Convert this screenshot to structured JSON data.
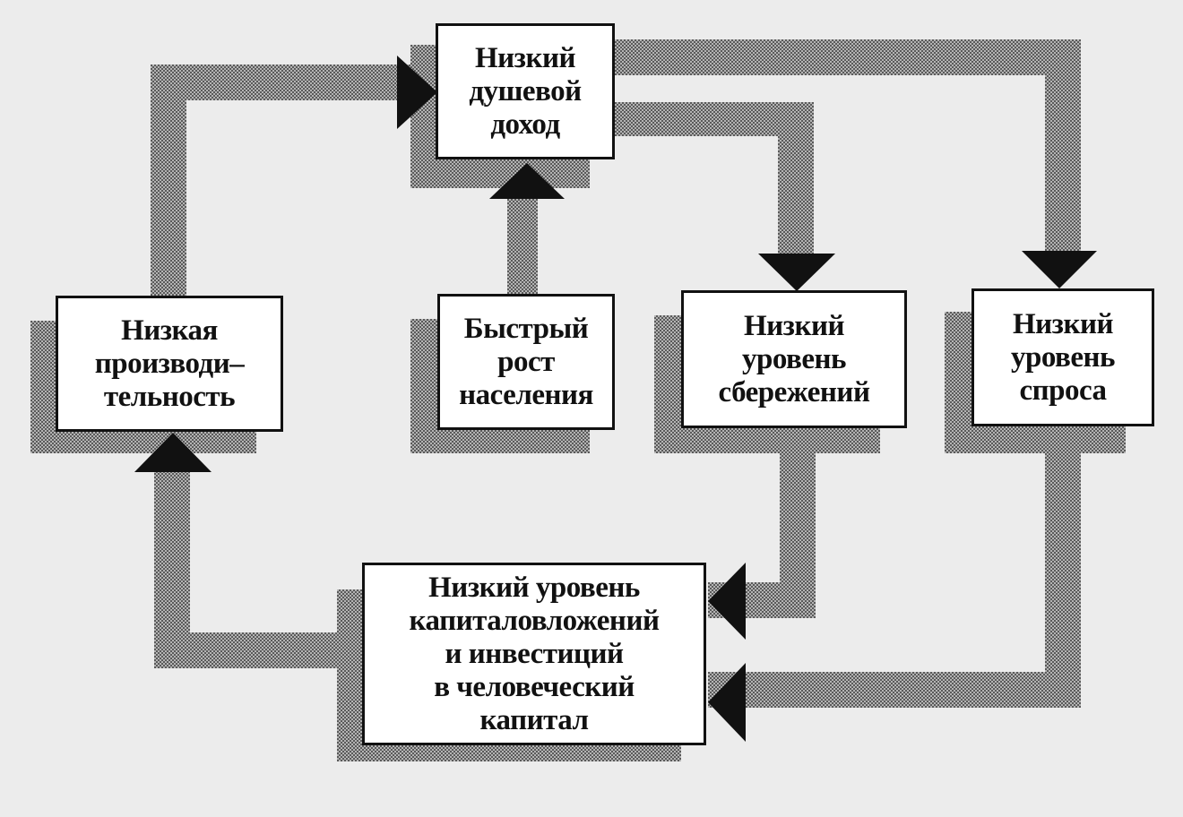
{
  "colors": {
    "background": "#ececec",
    "box_fill": "#ffffff",
    "box_border": "#111111",
    "connector": "#9a9a9a",
    "arrowhead": "#111111"
  },
  "nodes": {
    "income": {
      "lines": [
        "Низкий",
        "душевой",
        "доход"
      ]
    },
    "productivity": {
      "lines": [
        "Низкая",
        "производи–",
        "тельность"
      ]
    },
    "population": {
      "lines": [
        "Быстрый",
        "рост",
        "населения"
      ]
    },
    "savings": {
      "lines": [
        "Низкий",
        "уровень",
        "сбережений"
      ]
    },
    "demand": {
      "lines": [
        "Низкий",
        "уровень",
        "спроса"
      ]
    },
    "investment": {
      "lines": [
        "Низкий уровень",
        "капиталовложений",
        "и инвестиций",
        "в человеческий",
        "капитал"
      ]
    }
  },
  "edges": [
    {
      "from": "productivity",
      "to": "income"
    },
    {
      "from": "population",
      "to": "income"
    },
    {
      "from": "income",
      "to": "savings"
    },
    {
      "from": "income",
      "to": "demand"
    },
    {
      "from": "savings",
      "to": "investment"
    },
    {
      "from": "demand",
      "to": "investment"
    },
    {
      "from": "investment",
      "to": "productivity"
    }
  ]
}
